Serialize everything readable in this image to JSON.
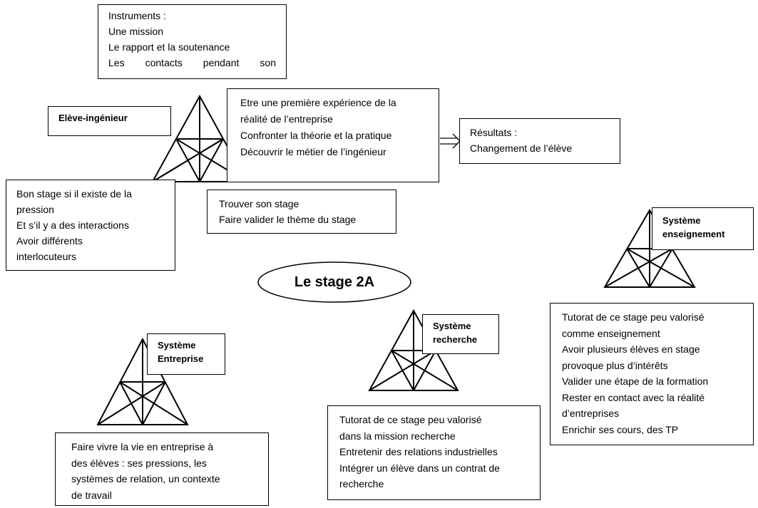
{
  "instruments": {
    "lines": [
      "Instruments :",
      "Une mission",
      "Le rapport et la soutenance",
      "Les contacts pendant son"
    ]
  },
  "student": {
    "label": "Elève-ingénieur"
  },
  "objectives": {
    "lines": [
      "Etre une première expérience de la",
      "réalité de l’entreprise",
      "Confronter la théorie et la pratique",
      "Découvrir le métier de l’ingénieur"
    ]
  },
  "results": {
    "lines": [
      "Résultats :",
      "Changement de l’élève"
    ]
  },
  "conditions": {
    "lines": [
      "Bon stage si il existe de la",
      "pression",
      "Et s’il y a des interactions",
      "Avoir différents",
      "interlocuteurs"
    ]
  },
  "tasks": {
    "lines": [
      "Trouver son stage",
      "Faire valider le thème du stage"
    ]
  },
  "center": {
    "label": "Le stage 2A"
  },
  "teaching_system": {
    "label_lines": [
      "Système",
      "enseignement"
    ],
    "lines": [
      "Tutorat de ce stage peu valorisé",
      "comme enseignement",
      "Avoir plusieurs élèves en stage",
      "provoque plus d’intérêts",
      "Valider une étape de la formation",
      "Rester en contact avec la réalité",
      "d’entreprises",
      "Enrichir ses cours, des TP"
    ]
  },
  "research_system": {
    "label_lines": [
      "Système",
      "recherche"
    ],
    "lines": [
      "Tutorat de ce stage peu valorisé",
      "dans la mission recherche",
      "Entretenir des relations industrielles",
      "Intégrer un élève dans un contrat de",
      "recherche"
    ]
  },
  "company_system": {
    "label_lines": [
      "Système",
      "Entreprise"
    ],
    "lines": [
      "Faire vivre la vie en entreprise à",
      "des élèves : ses pressions, les",
      "systèmes de relation, un contexte",
      "de travail"
    ]
  }
}
